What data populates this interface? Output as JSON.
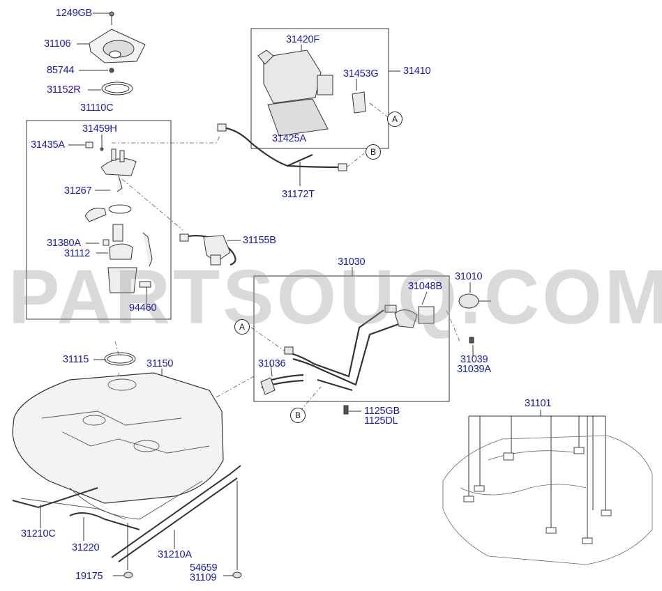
{
  "watermark": "PARTSOUQ.COM",
  "parts": [
    {
      "id": "p_1249GB",
      "text": "1249GB"
    },
    {
      "id": "p_31106",
      "text": "31106"
    },
    {
      "id": "p_85744",
      "text": "85744"
    },
    {
      "id": "p_31152R",
      "text": "31152R"
    },
    {
      "id": "p_31110C",
      "text": "31110C"
    },
    {
      "id": "p_31459H",
      "text": "31459H"
    },
    {
      "id": "p_31435A",
      "text": "31435A"
    },
    {
      "id": "p_31267",
      "text": "31267"
    },
    {
      "id": "p_31380A",
      "text": "31380A"
    },
    {
      "id": "p_31112",
      "text": "31112"
    },
    {
      "id": "p_94460",
      "text": "94460"
    },
    {
      "id": "p_31115",
      "text": "31115"
    },
    {
      "id": "p_31150",
      "text": "31150"
    },
    {
      "id": "p_31420F",
      "text": "31420F"
    },
    {
      "id": "p_31453G",
      "text": "31453G"
    },
    {
      "id": "p_31410",
      "text": "31410"
    },
    {
      "id": "p_31425A",
      "text": "31425A"
    },
    {
      "id": "p_31172T",
      "text": "31172T"
    },
    {
      "id": "p_31155B",
      "text": "31155B"
    },
    {
      "id": "p_31030",
      "text": "31030"
    },
    {
      "id": "p_31048B",
      "text": "31048B"
    },
    {
      "id": "p_31010",
      "text": "31010"
    },
    {
      "id": "p_31036",
      "text": "31036"
    },
    {
      "id": "p_31039",
      "text": "31039"
    },
    {
      "id": "p_31039A",
      "text": "31039A"
    },
    {
      "id": "p_1125GB",
      "text": "1125GB"
    },
    {
      "id": "p_1125DL",
      "text": "1125DL"
    },
    {
      "id": "p_31101",
      "text": "31101"
    },
    {
      "id": "p_31210C",
      "text": "31210C"
    },
    {
      "id": "p_31220",
      "text": "31220"
    },
    {
      "id": "p_31210A",
      "text": "31210A"
    },
    {
      "id": "p_19175",
      "text": "19175"
    },
    {
      "id": "p_54659",
      "text": "54659"
    },
    {
      "id": "p_31109",
      "text": "31109"
    }
  ],
  "refs": {
    "a1": "A",
    "a2": "A",
    "b1": "B",
    "b2": "B"
  }
}
